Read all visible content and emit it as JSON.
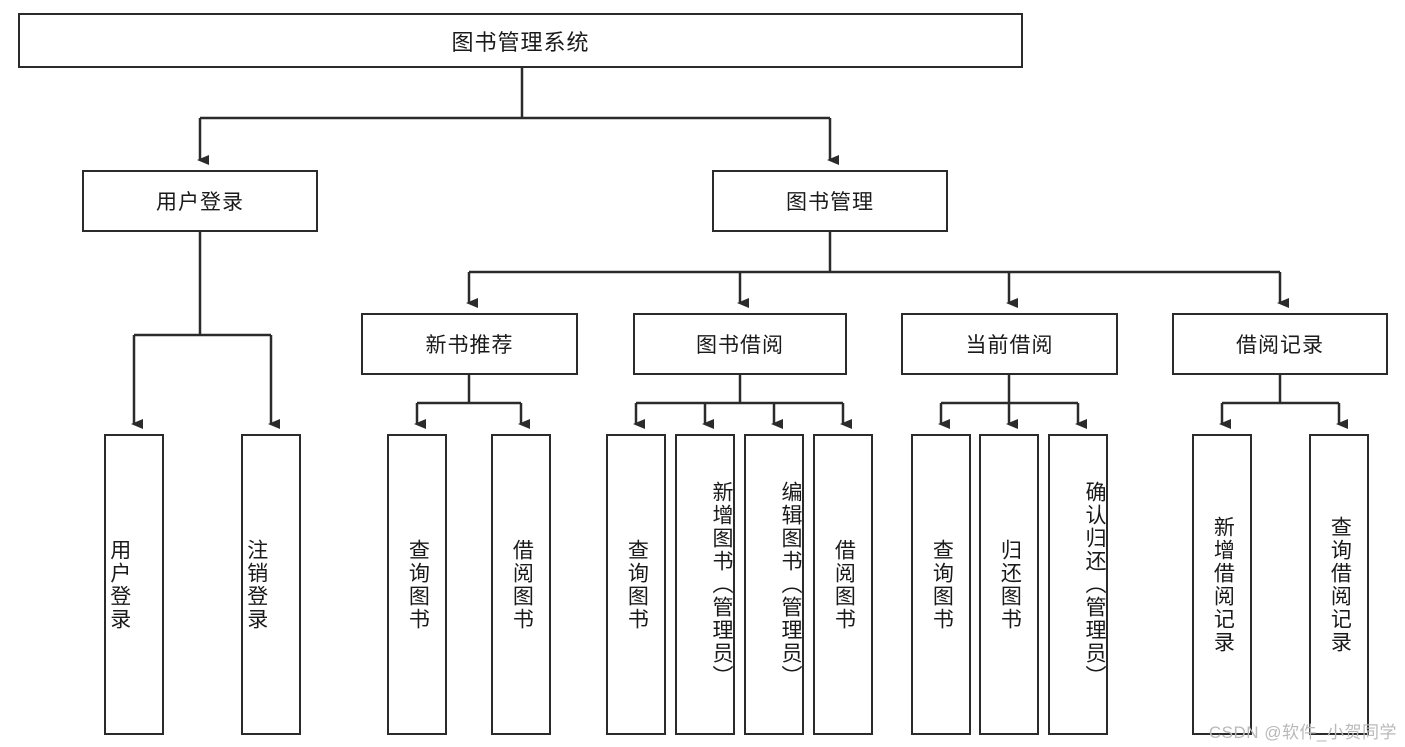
{
  "diagram": {
    "title": "图书管理系统",
    "type": "functional-decomposition-tree",
    "root": {
      "label": "图书管理系统"
    },
    "level2": [
      {
        "label": "用户登录"
      },
      {
        "label": "图书管理"
      }
    ],
    "level3": [
      {
        "label": "新书推荐"
      },
      {
        "label": "图书借阅"
      },
      {
        "label": "当前借阅"
      },
      {
        "label": "借阅记录"
      }
    ],
    "leaves": {
      "user_login": [
        {
          "label": "用户登录"
        },
        {
          "label": "注销登录"
        }
      ],
      "new_book_recommend": [
        {
          "label": "查询图书"
        },
        {
          "label": "借阅图书"
        }
      ],
      "book_borrow": [
        {
          "label": "查询图书"
        },
        {
          "label": "新增图书（管理员）"
        },
        {
          "label": "编辑图书（管理员）"
        },
        {
          "label": "借阅图书"
        }
      ],
      "current_borrow": [
        {
          "label": "查询图书"
        },
        {
          "label": "归还图书"
        },
        {
          "label": "确认归还（管理员）"
        }
      ],
      "borrow_records": [
        {
          "label": "新增借阅记录"
        },
        {
          "label": "查询借阅记录"
        }
      ]
    }
  },
  "watermark": {
    "text": "CSDN @软件_小贺同学"
  },
  "colors": {
    "stroke": "#2b2b2b",
    "fill": "#ffffff",
    "text": "#1a1a1a",
    "watermark": "#b9b9b9"
  }
}
